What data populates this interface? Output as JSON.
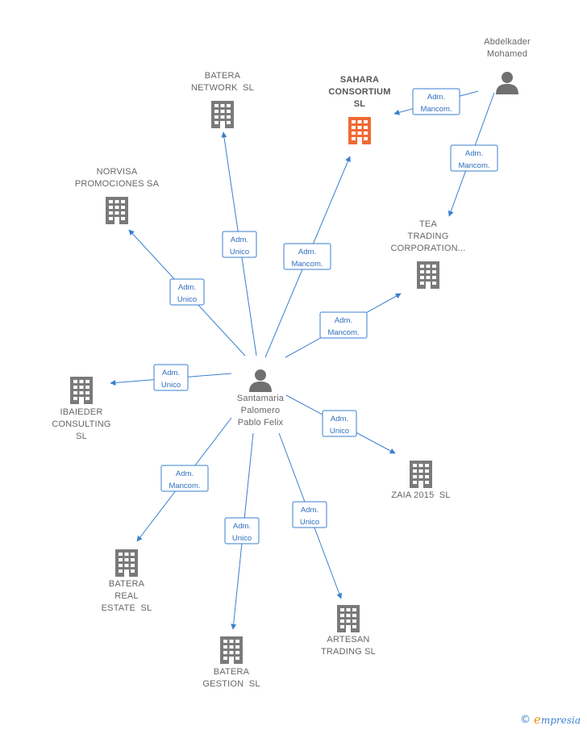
{
  "colors": {
    "edge": "#3a7fcf",
    "building": "#7a7a7a",
    "focus_building": "#f06a35",
    "person": "#707070"
  },
  "nodes": [
    {
      "id": "santamaria",
      "type": "person",
      "icon": "person-icon",
      "label": [
        "Santamaria",
        "Palomero",
        "Pablo Felix"
      ]
    },
    {
      "id": "abdelkader",
      "type": "person",
      "icon": "person-icon",
      "label": [
        "Abdelkader",
        "Mohamed"
      ]
    },
    {
      "id": "sahara",
      "type": "company",
      "icon": "building-icon",
      "focus": true,
      "label": [
        "SAHARA",
        "CONSORTIUM",
        "SL"
      ]
    },
    {
      "id": "batera_network",
      "type": "company",
      "icon": "building-icon",
      "label": [
        "BATERA",
        "NETWORK  SL"
      ]
    },
    {
      "id": "norvisa",
      "type": "company",
      "icon": "building-icon",
      "label": [
        "NORVISA",
        "PROMOCIONES SA"
      ]
    },
    {
      "id": "tea",
      "type": "company",
      "icon": "building-icon",
      "label": [
        "TEA",
        "TRADING",
        "CORPORATION..."
      ]
    },
    {
      "id": "ibaieder",
      "type": "company",
      "icon": "building-icon",
      "label": [
        "IBAIEDER",
        "CONSULTING",
        "SL"
      ]
    },
    {
      "id": "zaia",
      "type": "company",
      "icon": "building-icon",
      "label": [
        "ZAIA 2015  SL"
      ]
    },
    {
      "id": "batera_real",
      "type": "company",
      "icon": "building-icon",
      "label": [
        "BATERA",
        "REAL",
        "ESTATE  SL"
      ]
    },
    {
      "id": "batera_gestion",
      "type": "company",
      "icon": "building-icon",
      "label": [
        "BATERA",
        "GESTION  SL"
      ]
    },
    {
      "id": "artesan",
      "type": "company",
      "icon": "building-icon",
      "label": [
        "ARTESAN",
        "TRADING SL"
      ]
    }
  ],
  "edges": [
    {
      "from": "abdelkader",
      "to": "sahara",
      "label": [
        "Adm.",
        "Mancom."
      ]
    },
    {
      "from": "abdelkader",
      "to": "tea",
      "label": [
        "Adm.",
        "Mancom."
      ]
    },
    {
      "from": "santamaria",
      "to": "sahara",
      "label": [
        "Adm.",
        "Mancom."
      ]
    },
    {
      "from": "santamaria",
      "to": "batera_network",
      "label": [
        "Adm.",
        "Unico"
      ]
    },
    {
      "from": "santamaria",
      "to": "norvisa",
      "label": [
        "Adm.",
        "Unico"
      ]
    },
    {
      "from": "santamaria",
      "to": "tea",
      "label": [
        "Adm.",
        "Mancom."
      ]
    },
    {
      "from": "santamaria",
      "to": "ibaieder",
      "label": [
        "Adm.",
        "Unico"
      ]
    },
    {
      "from": "santamaria",
      "to": "zaia",
      "label": [
        "Adm.",
        "Unico"
      ]
    },
    {
      "from": "santamaria",
      "to": "batera_real",
      "label": [
        "Adm.",
        "Mancom."
      ]
    },
    {
      "from": "santamaria",
      "to": "batera_gestion",
      "label": [
        "Adm.",
        "Unico"
      ]
    },
    {
      "from": "santamaria",
      "to": "artesan",
      "label": [
        "Adm.",
        "Unico"
      ]
    }
  ],
  "footer": {
    "copyright": "©",
    "brand_first": "e",
    "brand_rest": "mpresia"
  }
}
